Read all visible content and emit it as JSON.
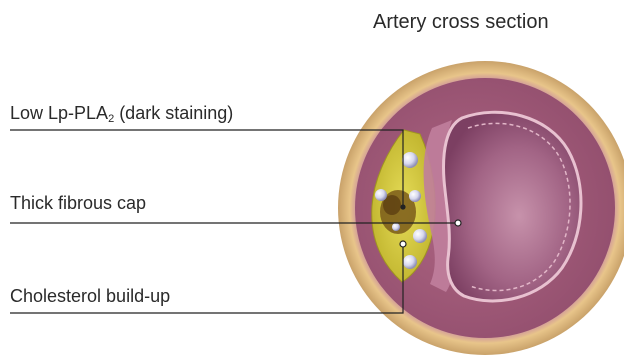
{
  "title": "Artery cross section",
  "labels": {
    "low_lp_prefix": "Low Lp-PLA",
    "low_lp_sub": "2",
    "low_lp_suffix": " (dark staining)",
    "fibrous_cap": "Thick fibrous cap",
    "cholesterol": "Cholesterol build-up"
  },
  "colors": {
    "outer_wall": "#e8c58a",
    "media": "#b86a86",
    "lumen": "#8a4a6e",
    "plaque": "#d8cf3e",
    "dark_staining": "#7a5a1a",
    "leader_line": "#222222"
  }
}
